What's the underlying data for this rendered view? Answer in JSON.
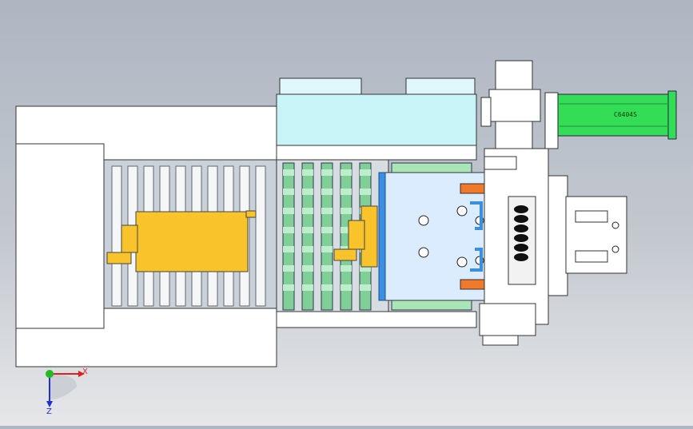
{
  "motor": {
    "label": "C6404S",
    "color": "#33dd55"
  },
  "triad": {
    "x_label": "X",
    "z_label": "Z",
    "x_color": "#e02020",
    "y_color": "#22bb22",
    "z_color": "#2030d0"
  },
  "colors": {
    "frame": "#ffffff",
    "roller_green": "#a8e6b8",
    "roller_dark": "#7fcf97",
    "pallet_yellow": "#f8c32b",
    "cover_cyan": "#c8f4f8",
    "plate_blue": "#dcecff",
    "clamp_orange": "#f07a2a",
    "edge_blue": "#3b8fe0"
  }
}
